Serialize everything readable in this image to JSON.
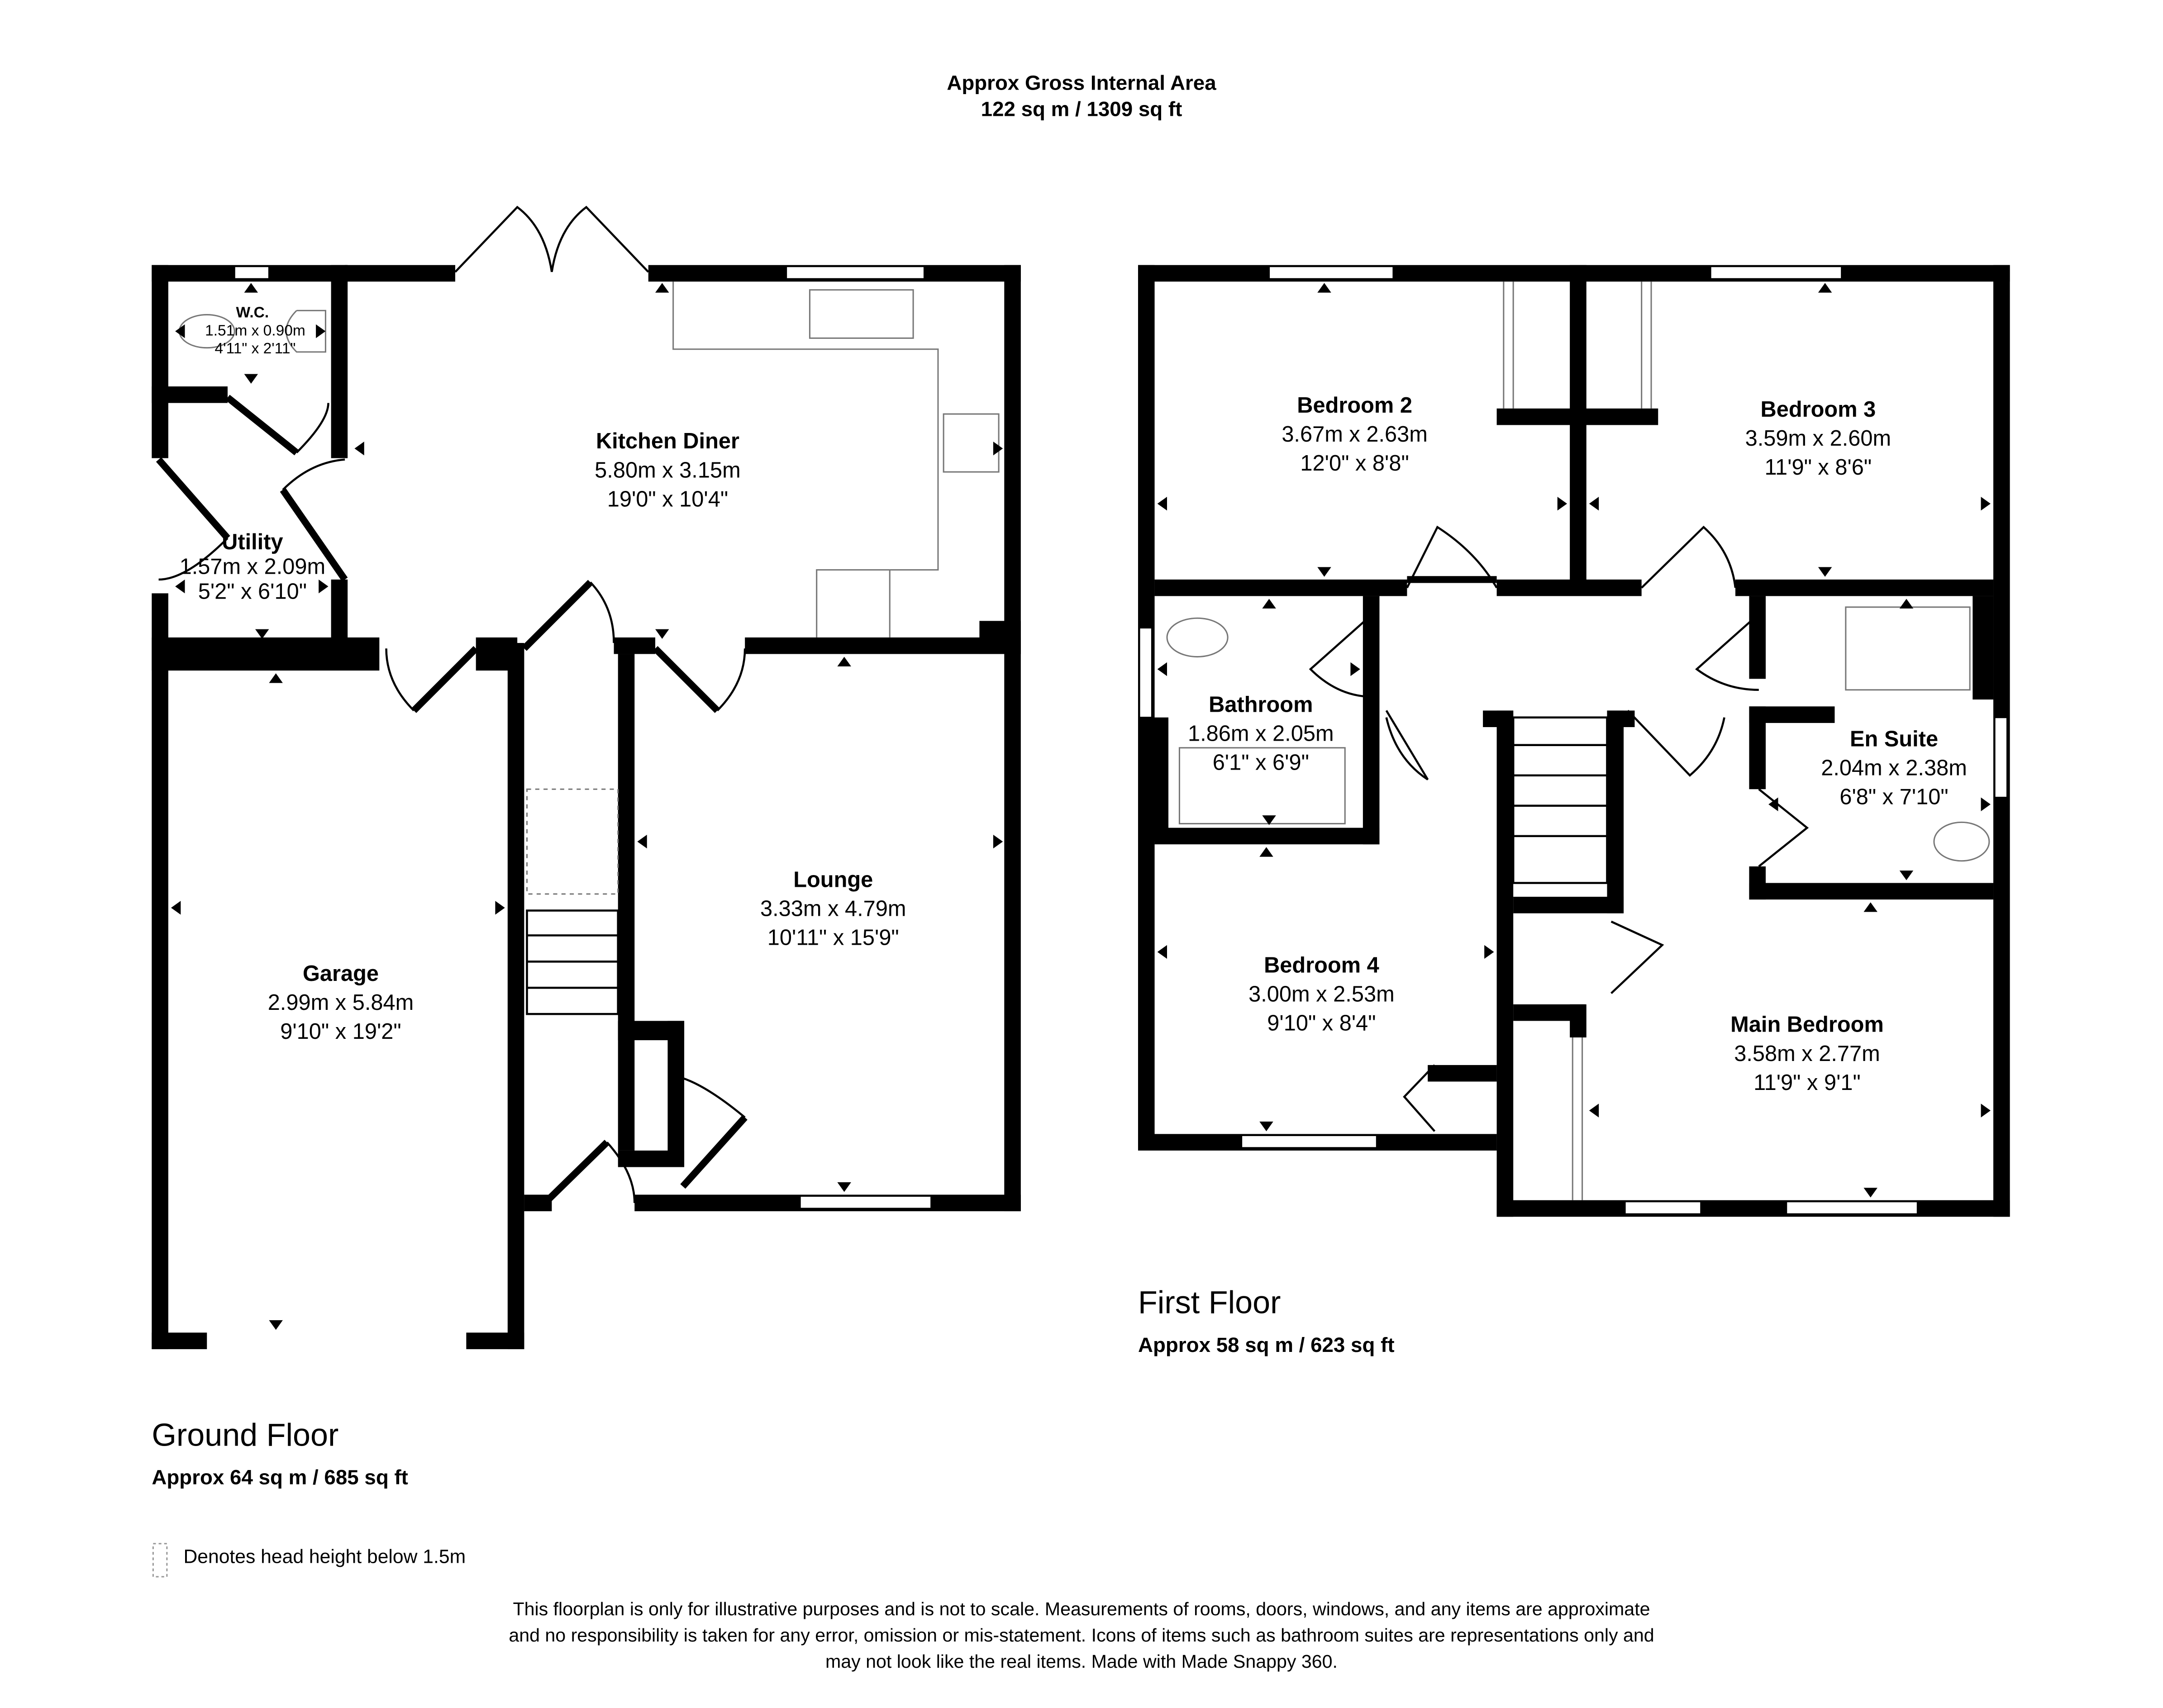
{
  "header": {
    "title": "Approx Gross Internal Area",
    "area": "122 sq m / 1309 sq ft"
  },
  "ground_floor": {
    "label": "Ground Floor",
    "area": "Approx 64 sq m / 685 sq ft",
    "rooms": [
      {
        "name": "W.C.",
        "metric": "1.51m x 0.90m",
        "imperial": "4'11\" x 2'11\""
      },
      {
        "name": "Utility",
        "metric": "1.57m x 2.09m",
        "imperial": "5'2\" x 6'10\""
      },
      {
        "name": "Kitchen Diner",
        "metric": "5.80m x 3.15m",
        "imperial": "19'0\" x 10'4\""
      },
      {
        "name": "Lounge",
        "metric": "3.33m x 4.79m",
        "imperial": "10'11\" x 15'9\""
      },
      {
        "name": "Garage",
        "metric": "2.99m x 5.84m",
        "imperial": "9'10\" x 19'2\""
      }
    ]
  },
  "first_floor": {
    "label": "First Floor",
    "area": "Approx 58 sq m / 623 sq ft",
    "rooms": [
      {
        "name": "Bedroom 2",
        "metric": "3.67m x 2.63m",
        "imperial": "12'0\" x 8'8\""
      },
      {
        "name": "Bedroom 3",
        "metric": "3.59m x 2.60m",
        "imperial": "11'9\" x 8'6\""
      },
      {
        "name": "Bathroom",
        "metric": "1.86m x 2.05m",
        "imperial": "6'1\" x 6'9\""
      },
      {
        "name": "En Suite",
        "metric": "2.04m x 2.38m",
        "imperial": "6'8\" x 7'10\""
      },
      {
        "name": "Bedroom 4",
        "metric": "3.00m x 2.53m",
        "imperial": "9'10\" x 8'4\""
      },
      {
        "name": "Main Bedroom",
        "metric": "3.58m x 2.77m",
        "imperial": "11'9\" x 9'1\""
      }
    ]
  },
  "legend": {
    "icon": "dashed-rectangle",
    "text": "Denotes head height below 1.5m"
  },
  "disclaimer": [
    "This floorplan is only for illustrative purposes and is not to scale. Measurements of rooms, doors, windows, and any items are approximate",
    "and no responsibility is taken for any error, omission or mis-statement. Icons of items such as bathroom suites are representations only and",
    "may not look like the real items. Made with Made Snappy 360."
  ]
}
